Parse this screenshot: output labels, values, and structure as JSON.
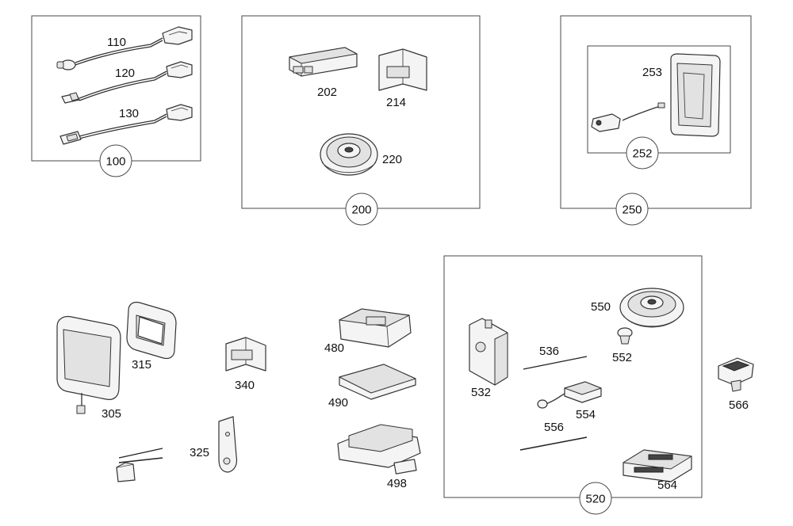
{
  "groups": {
    "g100": {
      "badge": "100",
      "parts": {
        "p110": "110",
        "p120": "120",
        "p130": "130"
      }
    },
    "g200": {
      "badge": "200",
      "parts": {
        "p202": "202",
        "p214": "214",
        "p220": "220"
      }
    },
    "g250": {
      "badge": "250",
      "inner_badge": "252",
      "parts": {
        "p253": "253"
      }
    },
    "g520": {
      "badge": "520",
      "parts": {
        "p532": "532",
        "p536": "536",
        "p550": "550",
        "p552": "552",
        "p554": "554",
        "p556": "556",
        "p564": "564"
      }
    }
  },
  "loose_parts": {
    "p305": "305",
    "p315": "315",
    "p325": "325",
    "p340": "340",
    "p480": "480",
    "p490": "490",
    "p498": "498",
    "p566": "566"
  }
}
